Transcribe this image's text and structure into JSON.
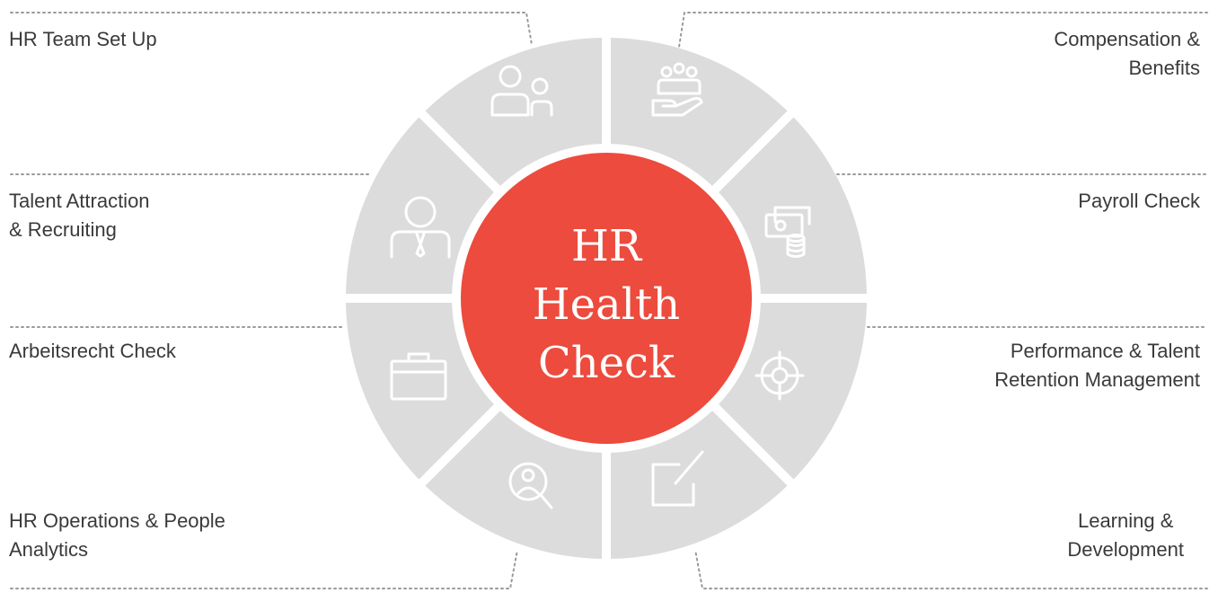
{
  "center": {
    "line1": "HR",
    "line2": "Health",
    "line3": "Check"
  },
  "colors": {
    "center_fill": "#ec4b3d",
    "segment_fill": "#dcdcdc",
    "icon_stroke": "#ffffff",
    "label_text": "#3a3a3a",
    "leader_line": "#9a9a9a"
  },
  "segments": [
    {
      "id": "hr-team-set-up",
      "icon": "people-icon",
      "lines": [
        "HR Team Set Up"
      ]
    },
    {
      "id": "compensation-benefits",
      "icon": "hand-group-icon",
      "lines": [
        "Compensation &",
        "Benefits"
      ]
    },
    {
      "id": "payroll-check",
      "icon": "money-coins-icon",
      "lines": [
        "Payroll Check"
      ]
    },
    {
      "id": "performance-talent-retention",
      "icon": "target-icon",
      "lines": [
        "Performance & Talent",
        "Retention Management"
      ]
    },
    {
      "id": "learning-development",
      "icon": "edit-note-icon",
      "lines": [
        "Learning &",
        "Development"
      ]
    },
    {
      "id": "hr-operations-analytics",
      "icon": "person-search-icon",
      "lines": [
        "HR Operations & People",
        "Analytics"
      ]
    },
    {
      "id": "arbeitsrecht-check",
      "icon": "briefcase-icon",
      "lines": [
        "Arbeitsrecht Check"
      ]
    },
    {
      "id": "talent-attraction-recruiting",
      "icon": "businessman-icon",
      "lines": [
        "Talent Attraction",
        "& Recruiting"
      ]
    }
  ]
}
